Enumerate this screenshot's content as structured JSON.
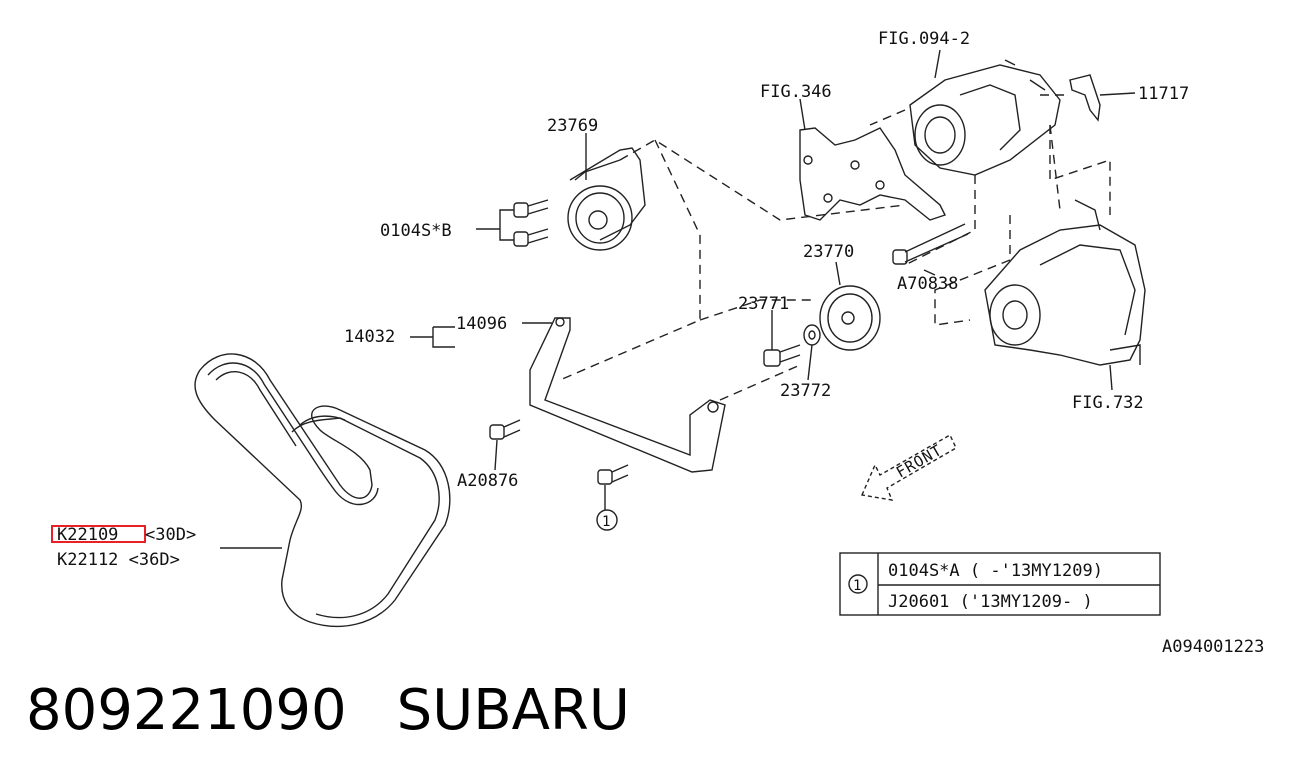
{
  "callouts": {
    "fig_094_2": "FIG.094-2",
    "fig_346": "FIG.346",
    "p11717": "11717",
    "p23769": "23769",
    "p0104s_b": "0104S*B",
    "p23770": "23770",
    "pa70838": "A70838",
    "p23771": "23771",
    "p23772": "23772",
    "p14032": "14032",
    "p14096": "14096",
    "fig_732": "FIG.732",
    "pa20876": "A20876",
    "circle_ref": "1",
    "front": "FRONT",
    "belt_a_part": "K22109",
    "belt_a_size": "<30D>",
    "belt_b": "K22112 <36D>",
    "diagram_id": "A094001223"
  },
  "legend_table": {
    "ref": "1",
    "rows": [
      "0104S*A ( -'13MY1209)",
      "J20601 ('13MY1209- )"
    ]
  },
  "footer": {
    "part_number": "809221090",
    "brand": "SUBARU"
  },
  "colors": {
    "line": "#222222",
    "highlight": "#e8202a",
    "background": "#ffffff"
  }
}
